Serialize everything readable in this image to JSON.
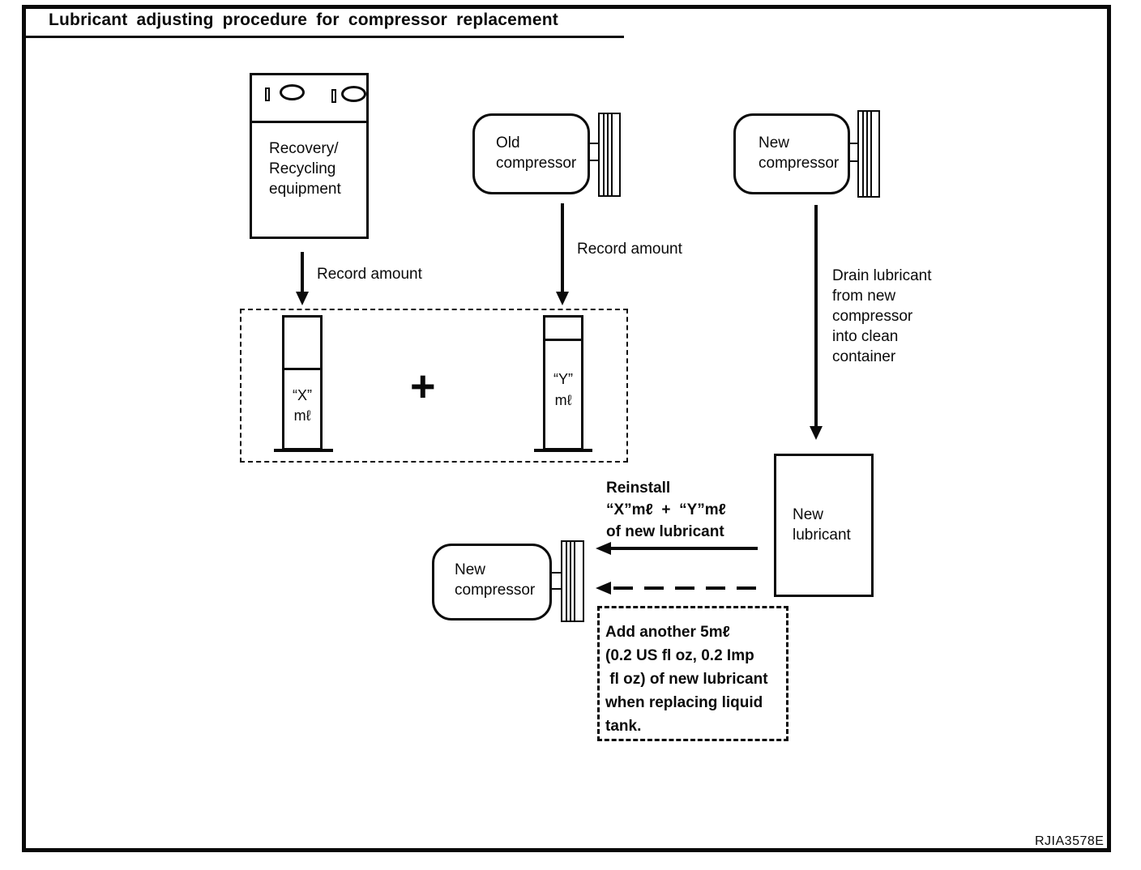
{
  "colors": {
    "ink": "#0a0a0a",
    "paper": "#ffffff"
  },
  "title": "Lubricant adjusting procedure for compressor replacement",
  "figure_code": "RJIA3578E",
  "nodes": {
    "recovery_equipment": {
      "lines": [
        "Recovery/",
        "Recycling",
        "equipment"
      ]
    },
    "old_compressor": {
      "lines": [
        "Old",
        "compressor"
      ]
    },
    "new_compressor_top": {
      "lines": [
        "New",
        "compressor"
      ]
    },
    "new_lubricant": {
      "lines": [
        "New",
        "lubricant"
      ]
    },
    "new_compressor_bottom": {
      "lines": [
        "New",
        "compressor"
      ]
    },
    "measuring_cylinder_x": {
      "amount": "“X”",
      "unit": "mℓ"
    },
    "measuring_cylinder_y": {
      "amount": "“Y”",
      "unit": "mℓ"
    },
    "plus_sign": "+"
  },
  "labels": {
    "record_amount_recovery": "Record amount",
    "record_amount_old": "Record amount",
    "drain_lubricant": {
      "lines": [
        "Drain lubricant",
        "from new",
        "compressor",
        "into clean",
        "container"
      ]
    },
    "reinstall": {
      "lines": [
        "Reinstall",
        "“X”mℓ  +  “Y”mℓ",
        "of new lubricant"
      ]
    },
    "add_note": {
      "lines": [
        "Add another 5mℓ",
        "(0.2 US fl oz, 0.2 Imp",
        " fl oz) of new lubricant",
        "when replacing liquid",
        "tank."
      ]
    }
  }
}
